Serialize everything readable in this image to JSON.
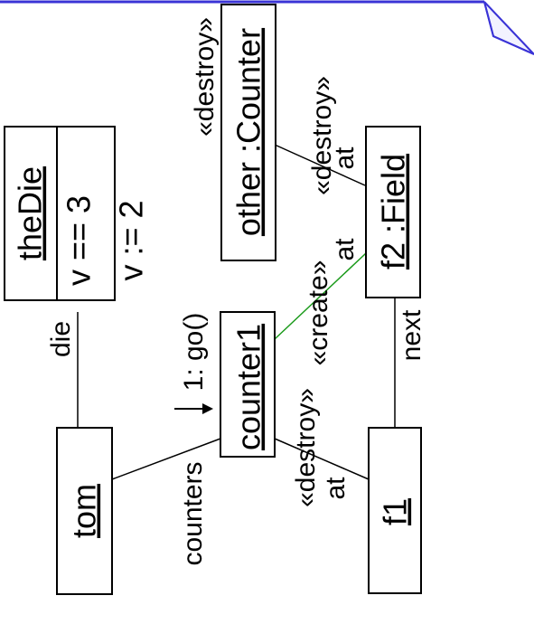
{
  "diagram": {
    "objects": {
      "tom": "tom",
      "theDie": "theDie",
      "die_attr_eq": "v == 3",
      "die_attr_assign": "v := 2",
      "counter1": "counter1",
      "other_counter": "other :Counter",
      "f1": "f1",
      "f2_field": "f2 :Field"
    },
    "labels": {
      "die": "die",
      "counters": "counters",
      "go": "1: go()",
      "next": "next",
      "at_f1": "at",
      "at_other": "at",
      "at_new": "at",
      "destroy_counter1_f1": "«destroy»",
      "destroy_other": "«destroy»",
      "destroy_other_f2": "«destroy»",
      "create": "«create»"
    },
    "colors": {
      "create": "#1a9a1a",
      "destroy": "#ff0000",
      "assign": "#1a9a1a",
      "accent": "#3a33d6"
    }
  }
}
